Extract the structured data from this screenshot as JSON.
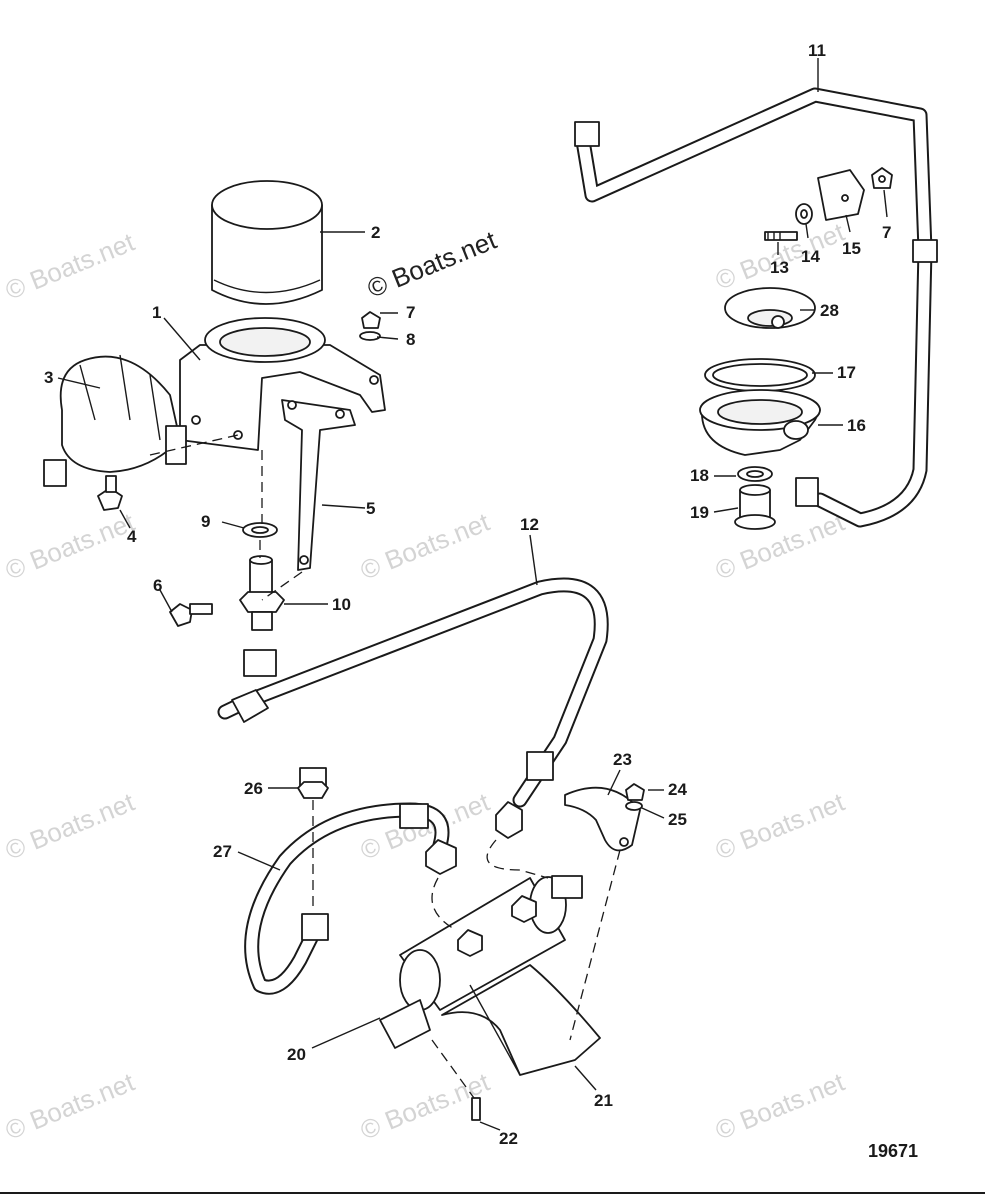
{
  "diagram": {
    "figure_number": "19671",
    "watermark_text": "© Boats.net",
    "callouts": [
      "1",
      "2",
      "3",
      "4",
      "5",
      "6",
      "7",
      "7",
      "8",
      "9",
      "10",
      "11",
      "12",
      "13",
      "14",
      "15",
      "16",
      "17",
      "18",
      "19",
      "20",
      "21",
      "22",
      "23",
      "24",
      "25",
      "26",
      "27",
      "28"
    ]
  }
}
